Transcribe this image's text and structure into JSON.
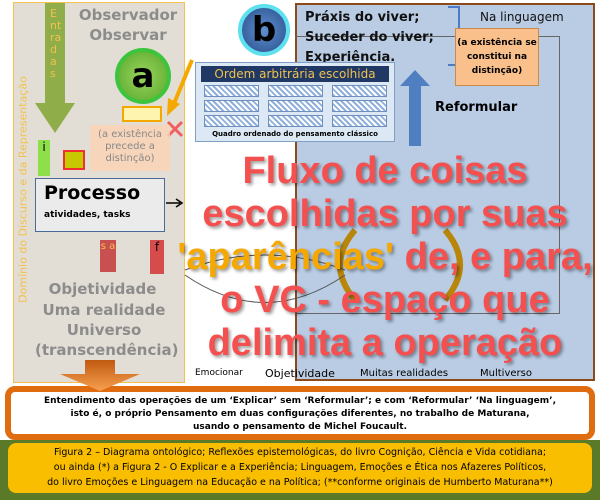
{
  "left_panel": {
    "vertical_label": "Domínio do Discurso e da Representação",
    "observer": "Observador\nObservar",
    "objectivity": "Objetividade",
    "universe": [
      "Uma realidade",
      "Universo",
      "(transcendência)"
    ],
    "entries_label": "Entradas",
    "note": "(a existência precede a distinção)",
    "process_title": "Processo",
    "process_sub": "atividades, tasks",
    "tag_i": "i",
    "tag_f": "f",
    "tag_s": "s a"
  },
  "markers": {
    "a": "a",
    "b": "b"
  },
  "ordem": {
    "title": "Ordem arbitrária escolhida",
    "caption": "Quadro ordenado do pensamento clássico"
  },
  "right_panel": {
    "praxis": [
      "Práxis do viver;",
      "Suceder do viver;",
      "Experiência."
    ],
    "na_linguagem": "Na linguagem",
    "reformular": "Reformular",
    "note": "(a existência se constitui na distinção)",
    "emocionar": "Emocionar",
    "objetividade": "Objetividade",
    "multi": [
      "Muitas realidades",
      "Multiverso"
    ]
  },
  "overlay": {
    "lines": [
      "Fluxo de coisas",
      "escolhidas por suas",
      "'aparências' de, e para,",
      "o VC - espaço que",
      "delimita a operação"
    ],
    "highlight": "'aparências'"
  },
  "box1": {
    "lines": [
      "Entendimento das operações de um ‘Explicar’ sem ‘Reformular’; e com ‘Reformular’ ‘Na linguagem’,",
      "isto é, o próprio Pensamento em duas configurações diferentes, no trabalho de Maturana,",
      "usando o pensamento de Michel Foucault."
    ]
  },
  "caption": {
    "lines": [
      "Figura 2 – Diagrama ontológico; Reflexões epistemológicas, do livro Cognição, Ciência e Vida cotidiana;",
      "ou ainda (*) a Figura 2 - O Explicar e a Experiência; Linguagem, Emoções e Ética nos Afazeres Políticos,",
      "do livro Emoções e Linguagem na Educação e na Política; (**conforme originais de Humberto Maturana**)"
    ]
  }
}
